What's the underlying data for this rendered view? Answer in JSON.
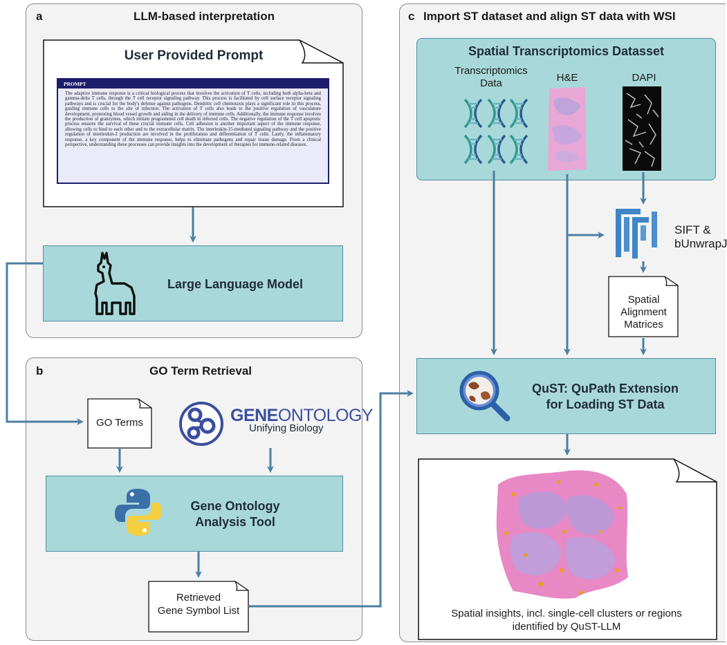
{
  "panel_a": {
    "letter": "a",
    "title": "LLM-based interpretation",
    "doc_title": "User Provided Prompt",
    "prompt_header": "PROMPT",
    "prompt_text": "The adaptive immune response is a critical biological process that involves the activation of T cells, including both alpha-beta and gamma-delta T cells, through the T cell receptor signaling pathway. This process is facilitated by cell surface receptor signaling pathways and is crucial for the body's defense against pathogens. Dendritic cell chemotaxis plays a significant role in this process, guiding immune cells to the site of infection. The activation of T cells also leads to the positive regulation of vasculature development, promoting blood vessel growth and aiding in the delivery of immune cells. Additionally, the immune response involves the production of granzymes, which initiate programmed cell death in infected cells. The negative regulation of the T cell apoptotic process ensures the survival of these crucial immune cells. Cell adhesion is another important aspect of the immune response, allowing cells to bind to each other and to the extracellular matrix. The interleukin-15-mediated signaling pathway and the positive regulation of interleukin-2 production are involved in the proliferation and differentiation of T cells. Lastly, the inflammatory response, a key component of the immune response, helps to eliminate pathogens and repair tissue damage. From a clinical perspective, understanding these processes can provide insights into the development of therapies for immune-related diseases.",
    "llm_label": "Large Language Model"
  },
  "panel_b": {
    "letter": "b",
    "title": "GO Term Retrieval",
    "go_terms": "GO Terms",
    "geneontology_gene": "GENE",
    "geneontology_ontology": "ONTOLOGY",
    "geneontology_tagline": "Unifying Biology",
    "tool_line1": "Gene Ontology",
    "tool_line2": "Analysis Tool",
    "retrieved_line1": "Retrieved",
    "retrieved_line2": "Gene Symbol List"
  },
  "panel_c": {
    "letter": "c",
    "title": "Import ST dataset and align ST data with WSI",
    "dataset_title": "Spatial Transcriptomics Datasset",
    "col1_line1": "Transcriptomics",
    "col1_line2": "Data",
    "col2": "H&E",
    "col3": "DAPI",
    "sift_line1": "SIFT &",
    "sift_line2": "bUnwrapJ",
    "align_line1": "Spatial",
    "align_line2": "Alignment",
    "align_line3": "Matrices",
    "qust_line1": "QuST: QuPath Extension",
    "qust_line2": "for Loading ST Data",
    "insight_line1": "Spatial insights, incl. single-cell clusters or regions",
    "insight_line2": "identified by QuST-LLM"
  },
  "colors": {
    "teal_fill": "#a9d8da",
    "teal_border": "#4f8fa3",
    "arrow": "#4a7fa0",
    "panel_fill": "#f3f3f3",
    "prompt_navy": "#1d1d6d",
    "he_pink": "#e9a7d6"
  },
  "icons": [
    "llama-icon",
    "python-icon",
    "geneontology-logo",
    "dna-icon",
    "fiji-icon",
    "magnifier-icon"
  ]
}
